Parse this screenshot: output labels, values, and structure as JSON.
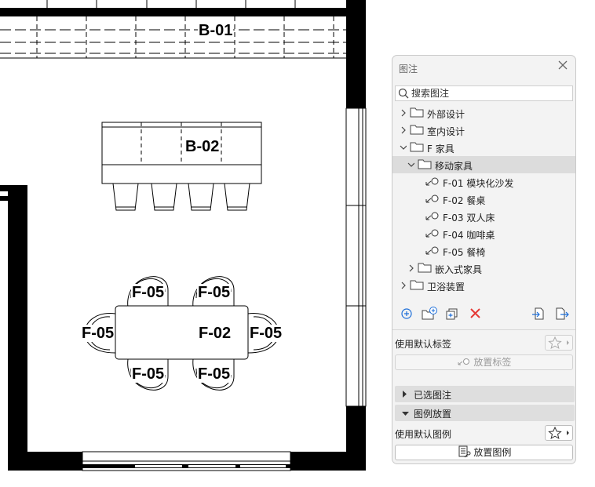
{
  "plan": {
    "tags": {
      "b01": "B-01",
      "b02": "B-02",
      "f02": "F-02",
      "f05": "F-05"
    }
  },
  "panel": {
    "title": "图注",
    "search": {
      "placeholder": "搜索图注",
      "value": ""
    },
    "tree": [
      {
        "label": "外部设计"
      },
      {
        "label": "室内设计"
      },
      {
        "label": "F 家具"
      },
      {
        "label": "移动家具"
      },
      {
        "label": "F-01 模块化沙发"
      },
      {
        "label": "F-02 餐桌"
      },
      {
        "label": "F-03 双人床"
      },
      {
        "label": "F-04 咖啡桌"
      },
      {
        "label": "F-05 餐椅"
      },
      {
        "label": "嵌入式家具"
      },
      {
        "label": "卫浴装置"
      }
    ],
    "default_tag_label": "使用默认标签",
    "place_tag_label": "放置标签",
    "selected_section": "已选图注",
    "legend_section": "图例放置",
    "default_legend_label": "使用默认图例",
    "place_legend_label": "放置图例"
  },
  "colors": {
    "accent": "#1e6fd9",
    "delete": "#e53935",
    "selected_row": "#dcdcdc"
  }
}
